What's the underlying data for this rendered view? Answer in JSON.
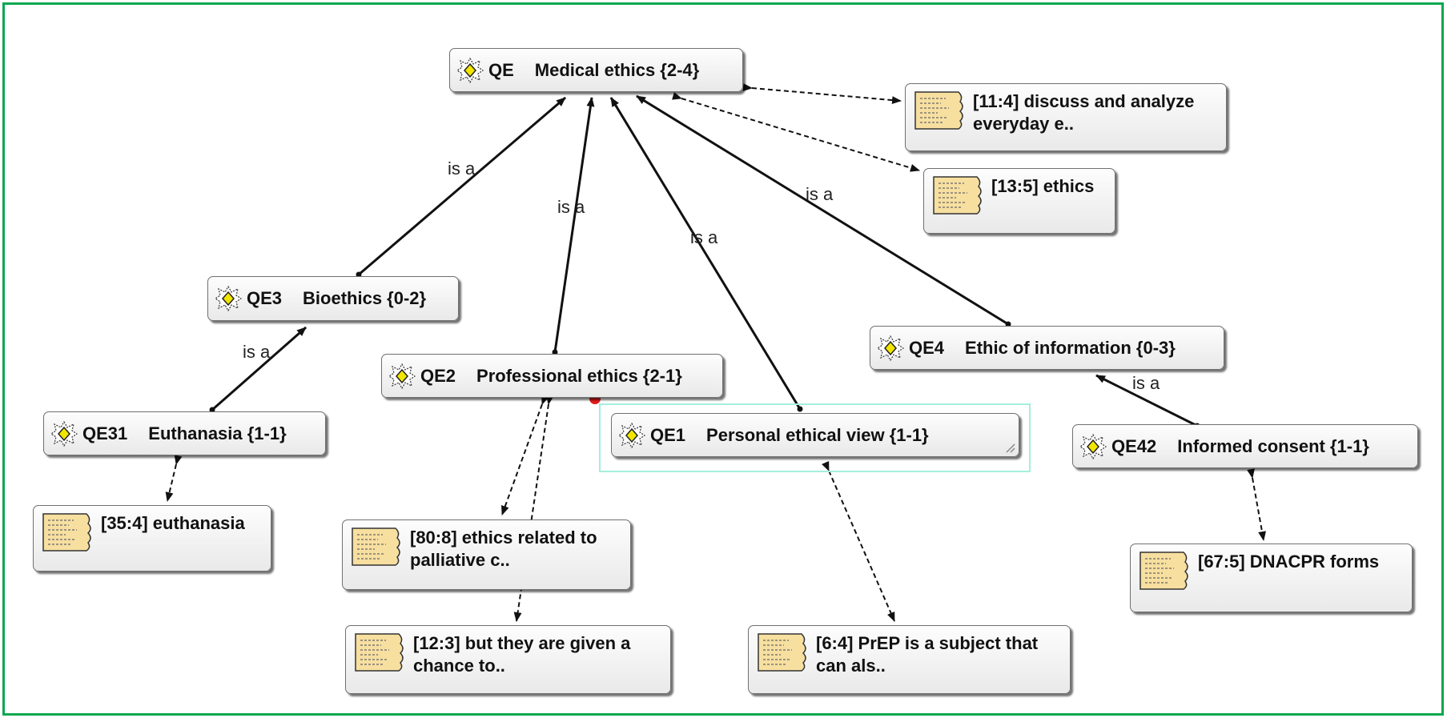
{
  "codes": {
    "qe": {
      "id": "QE",
      "name": "Medical ethics {2-4}"
    },
    "qe3": {
      "id": "QE3",
      "name": "Bioethics {0-2}"
    },
    "qe2": {
      "id": "QE2",
      "name": "Professional ethics {2-1}"
    },
    "qe1": {
      "id": "QE1",
      "name": "Personal ethical view {1-1}"
    },
    "qe4": {
      "id": "QE4",
      "name": "Ethic of information {0-3}"
    },
    "qe31": {
      "id": "QE31",
      "name": "Euthanasia {1-1}"
    },
    "qe42": {
      "id": "QE42",
      "name": "Informed consent {1-1}"
    }
  },
  "quotations": {
    "q11_4": "[11:4] discuss and analyze\neveryday e..",
    "q13_5": "[13:5] ethics",
    "q35_4": "[35:4] euthanasia",
    "q80_8": "[80:8] ethics related to\npalliative c..",
    "q12_3": "[12:3] but they are given a\nchance to..",
    "q6_4": "[6:4] PrEP is a subject that\ncan als..",
    "q67_5": "[67:5] DNACPR forms"
  },
  "relations": {
    "qe3_qe": "is a",
    "qe2_qe": "is a",
    "qe1_qe": "is a",
    "qe4_qe": "is a",
    "qe31_qe3": "is a",
    "qe42_qe4": "is a"
  },
  "colors": {
    "frame": "#0aa84f",
    "selection": "#a5eedd",
    "code_icon": "#f2e600",
    "quote_icon": "#f7dfa0",
    "link_dot": "#e21b1b"
  },
  "icons": {
    "code": "code-sun-icon",
    "quote": "quotation-document-icon"
  }
}
